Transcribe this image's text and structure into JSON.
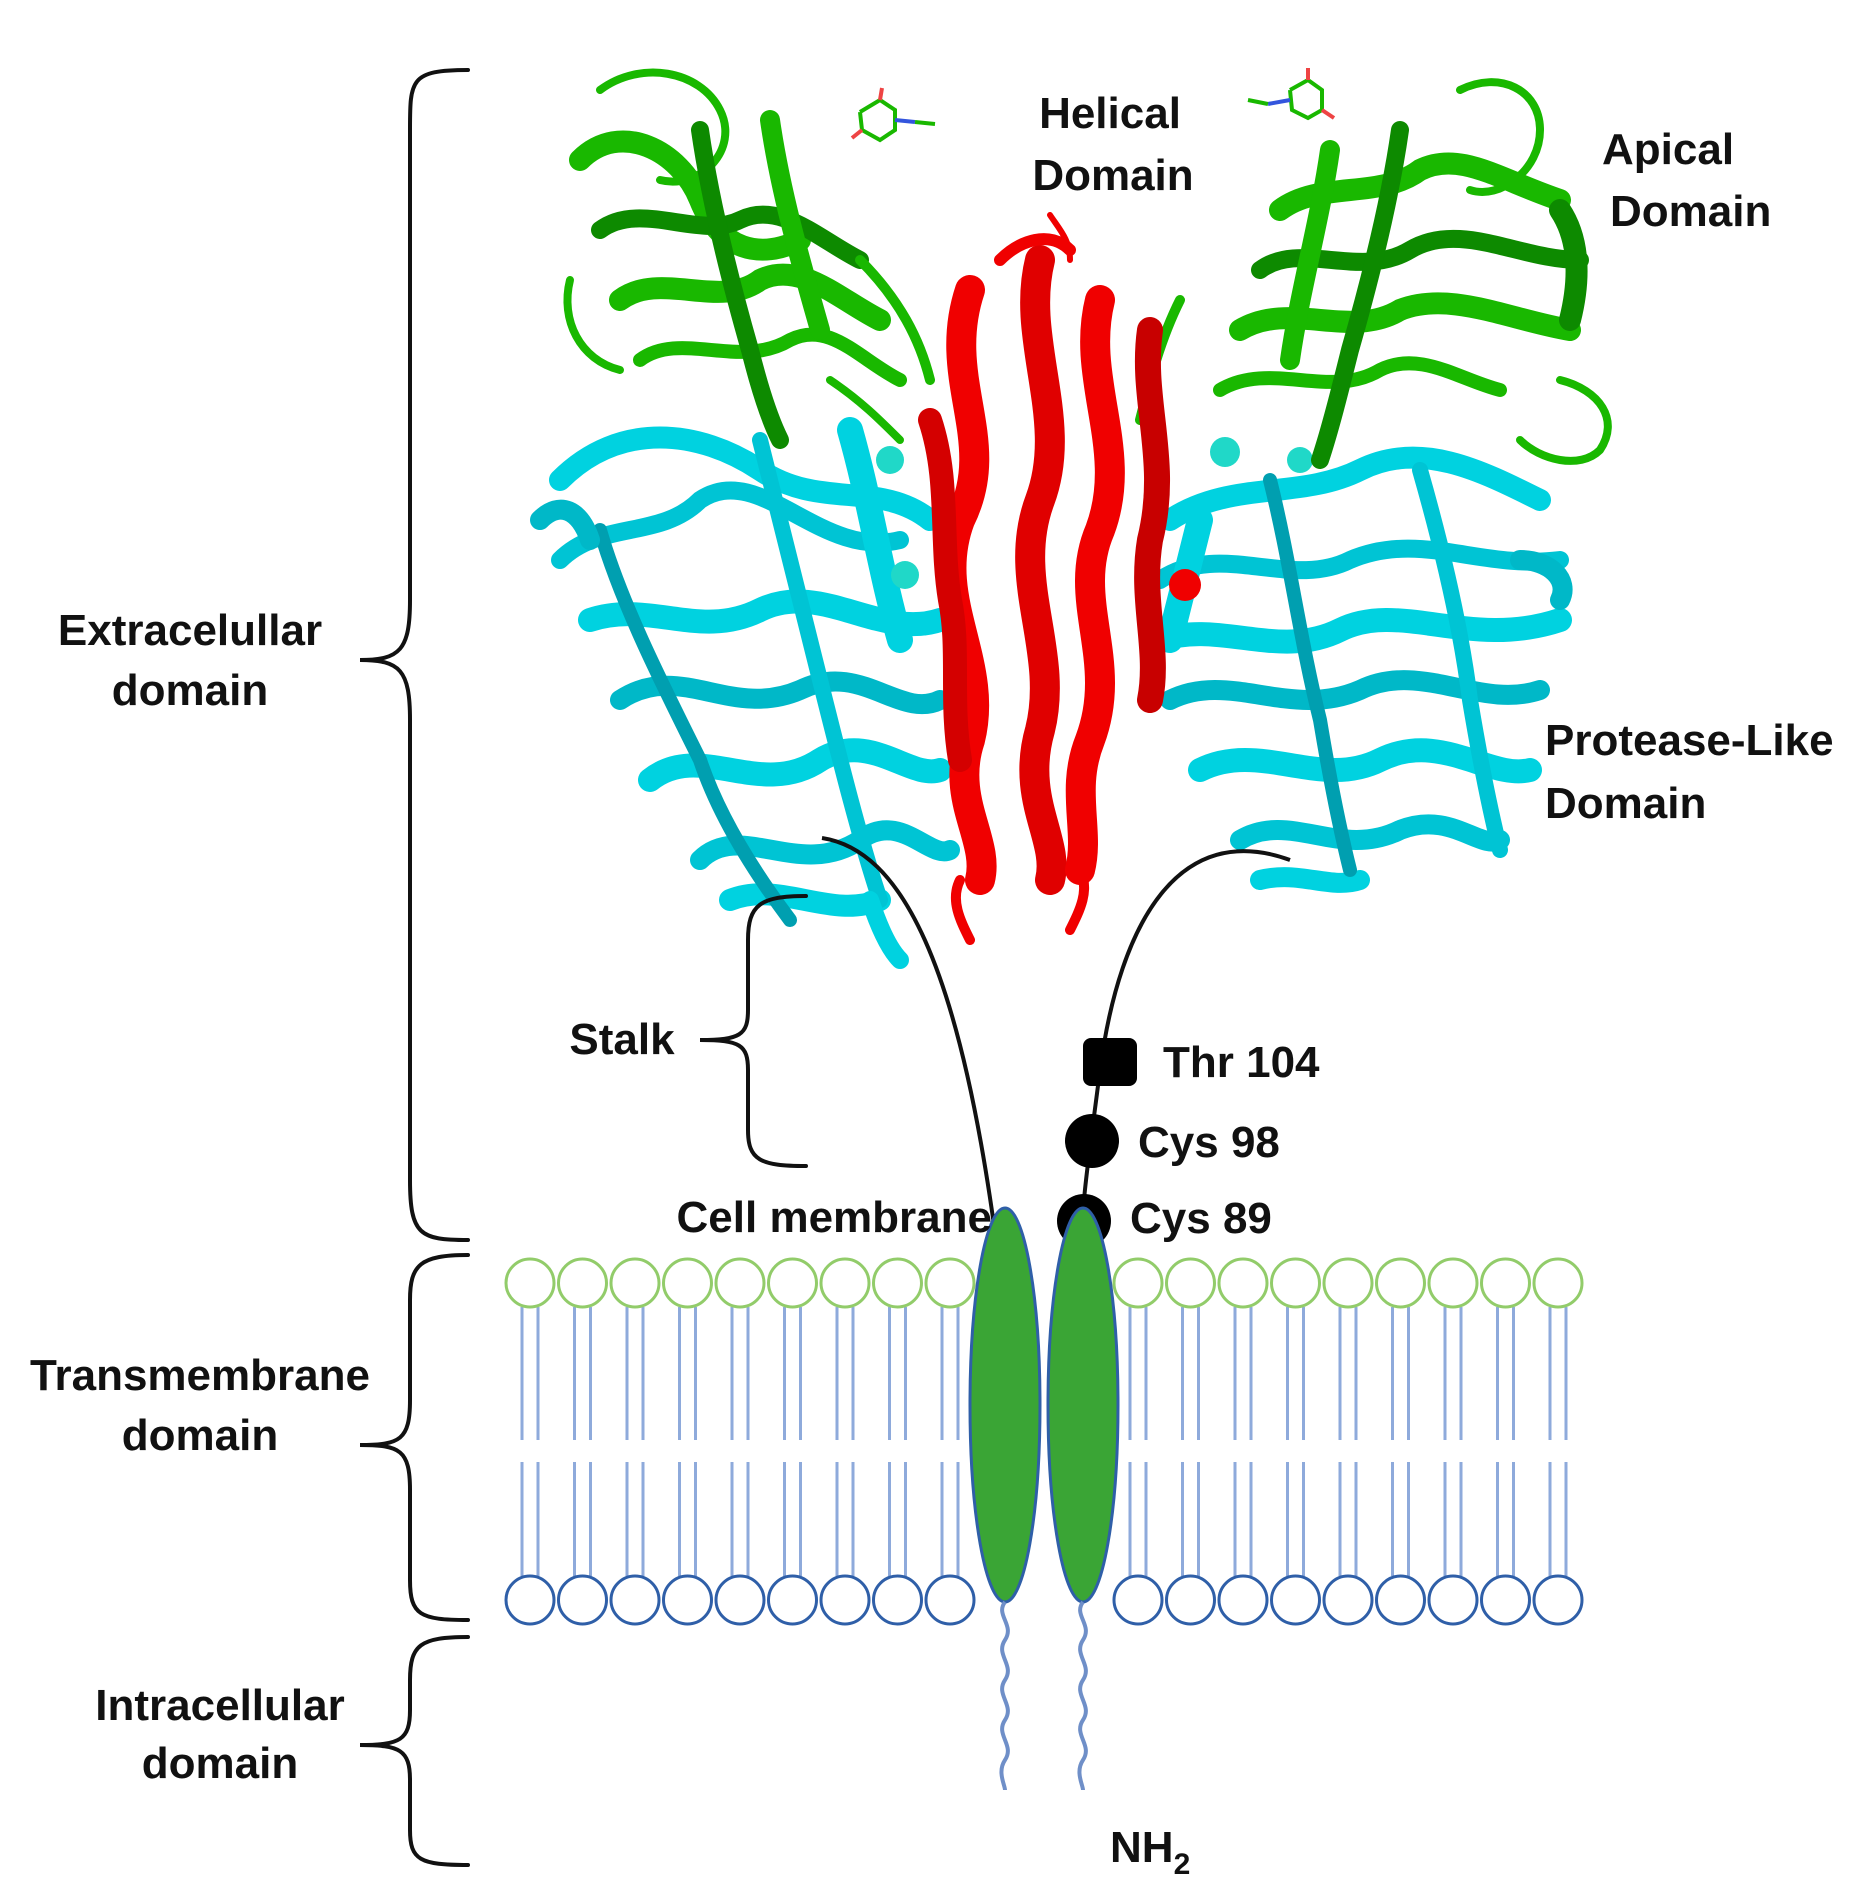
{
  "labels": {
    "extracellular_1": "Extracelullar",
    "extracellular_2": "domain",
    "transmembrane_1": "Transmembrane",
    "transmembrane_2": "domain",
    "intracellular_1": "Intracellular",
    "intracellular_2": "domain",
    "stalk": "Stalk",
    "cell_membrane": "Cell membrane",
    "helical_1": "Helical",
    "helical_2": "Domain",
    "apical_1": "Apical",
    "apical_2": "Domain",
    "protease_1": "Protease-Like",
    "protease_2": "Domain",
    "thr104": "Thr 104",
    "cys98": "Cys 98",
    "cys89": "Cys 89",
    "nh2_main": "NH",
    "nh2_sub": "2"
  },
  "colors": {
    "apical": "#19b800",
    "apical_dark": "#0d8a00",
    "protease": "#00d2e0",
    "protease_dark": "#009fb0",
    "helical": "#f00000",
    "helical_dark": "#a80000",
    "membrane_green": "#3aa535",
    "head_top": "#92cc6a",
    "head_bottom": "#2f5fa8",
    "tail": "#8eaadb",
    "bracket": "#111111"
  }
}
